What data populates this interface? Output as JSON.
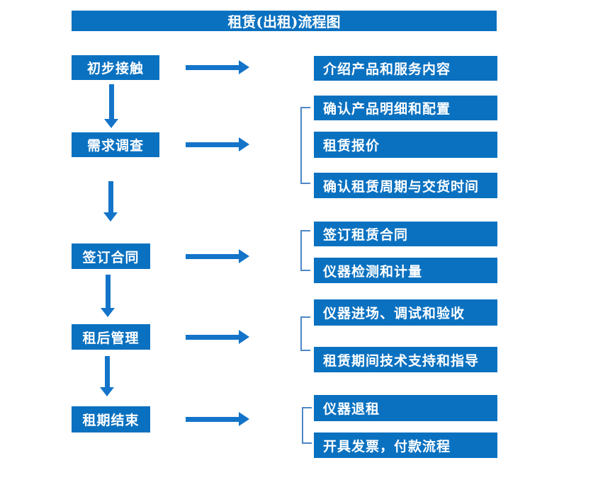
{
  "title": "租赁(出租)流程图",
  "colors": {
    "primary_blue": "#0a71c0",
    "arrow_blue": "#1374c9",
    "bracket_blue": "#4e87c7",
    "text_white": "#ffffff",
    "background": "#ffffff"
  },
  "flow": {
    "steps": [
      {
        "label": "初步接触",
        "details": [
          "介绍产品和服务内容"
        ]
      },
      {
        "label": "需求调查",
        "details": [
          "确认产品明细和配置",
          "租赁报价",
          "确认租赁周期与交货时间"
        ]
      },
      {
        "label": "签订合同",
        "details": [
          "签订租赁合同",
          "仪器检测和计量"
        ]
      },
      {
        "label": "租后管理",
        "details": [
          "仪器进场、调试和验收",
          "租赁期间技术支持和指导"
        ]
      },
      {
        "label": "租期结束",
        "details": [
          "仪器退租",
          "开具发票，付款流程"
        ]
      }
    ]
  }
}
